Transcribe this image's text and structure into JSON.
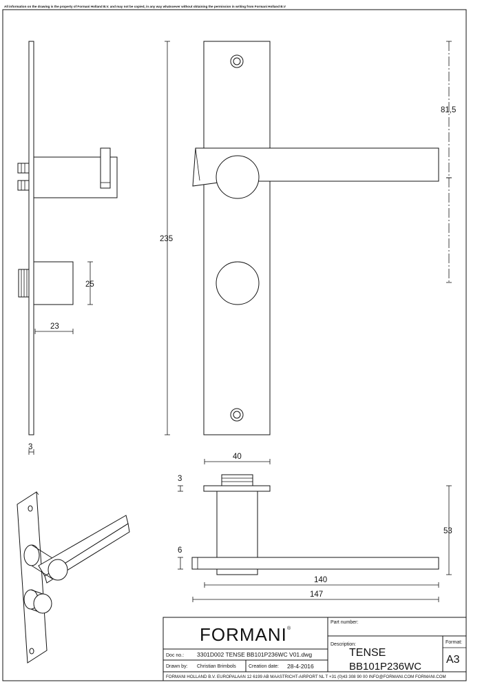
{
  "notice": "All information on the drawing is the property of Formani Holland B.V. and may not be copied, in any way whatsoever without obtaining the permission in writing from Formani Holland B.V",
  "dimensions": {
    "height_total": "235",
    "height_upper": "81,5",
    "rose_height": "25",
    "rose_projection": "23",
    "plate_thickness": "3",
    "width_rose": "40",
    "rose_thickness": "3",
    "lever_thickness": "6",
    "projection": "53",
    "lever_length_a": "140",
    "lever_length_b": "147"
  },
  "title_block": {
    "logo": "FORMANI",
    "logo_mark": "®",
    "part_number_label": "Part number:",
    "description_label": "Description:",
    "description_line1": "TENSE",
    "description_line2": "BB101P236WC",
    "format_label": "Format:",
    "format_value": "A3",
    "doc_no_label": "Doc no.:",
    "doc_no_value": "3301D002 TENSE BB101P236WC V01.dwg",
    "drawn_by_label": "Drawn by:",
    "drawn_by_value": "Christian Brimbols",
    "creation_date_label": "Creation date:",
    "creation_date_value": "28-4-2016",
    "footer": "FORMANI HOLLAND B.V.  EUROPALAAN 12  6199 AB MAASTRICHT-AIRPORT NL  T +31 (0)43 308 90 00 INFO@FORMANI.COM FORMANI.COM"
  }
}
